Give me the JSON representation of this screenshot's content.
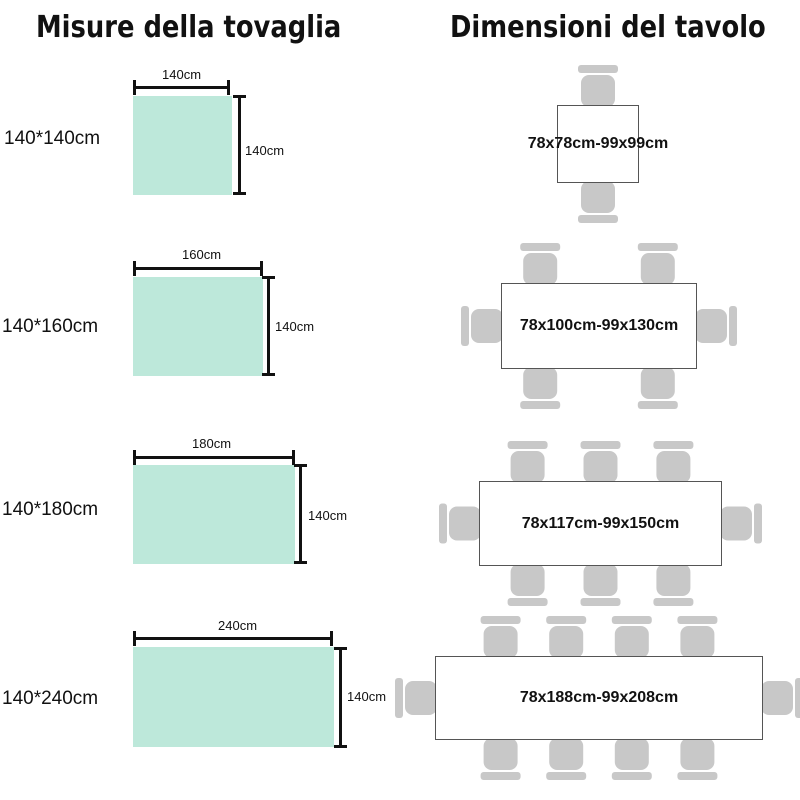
{
  "headers": {
    "left": "Misure della tovaglia",
    "right": "Dimensioni del tavolo"
  },
  "rows": [
    {
      "size": "140*140cm",
      "width_label": "140cm",
      "height_label": "140cm",
      "table_label": "78x78cm-99x99cm",
      "chairs_per_long_side": 1,
      "end_chairs": false
    },
    {
      "size": "140*160cm",
      "width_label": "160cm",
      "height_label": "140cm",
      "table_label": "78x100cm-99x130cm",
      "chairs_per_long_side": 2,
      "end_chairs": true
    },
    {
      "size": "140*180cm",
      "width_label": "180cm",
      "height_label": "140cm",
      "table_label": "78x117cm-99x150cm",
      "chairs_per_long_side": 3,
      "end_chairs": true
    },
    {
      "size": "140*240cm",
      "width_label": "240cm",
      "height_label": "140cm",
      "table_label": "78x188cm-99x208cm",
      "chairs_per_long_side": 4,
      "end_chairs": true
    }
  ],
  "colors": {
    "tablecloth": "#bde8da",
    "chair": "#c8c8c8",
    "bar": "#111111"
  }
}
